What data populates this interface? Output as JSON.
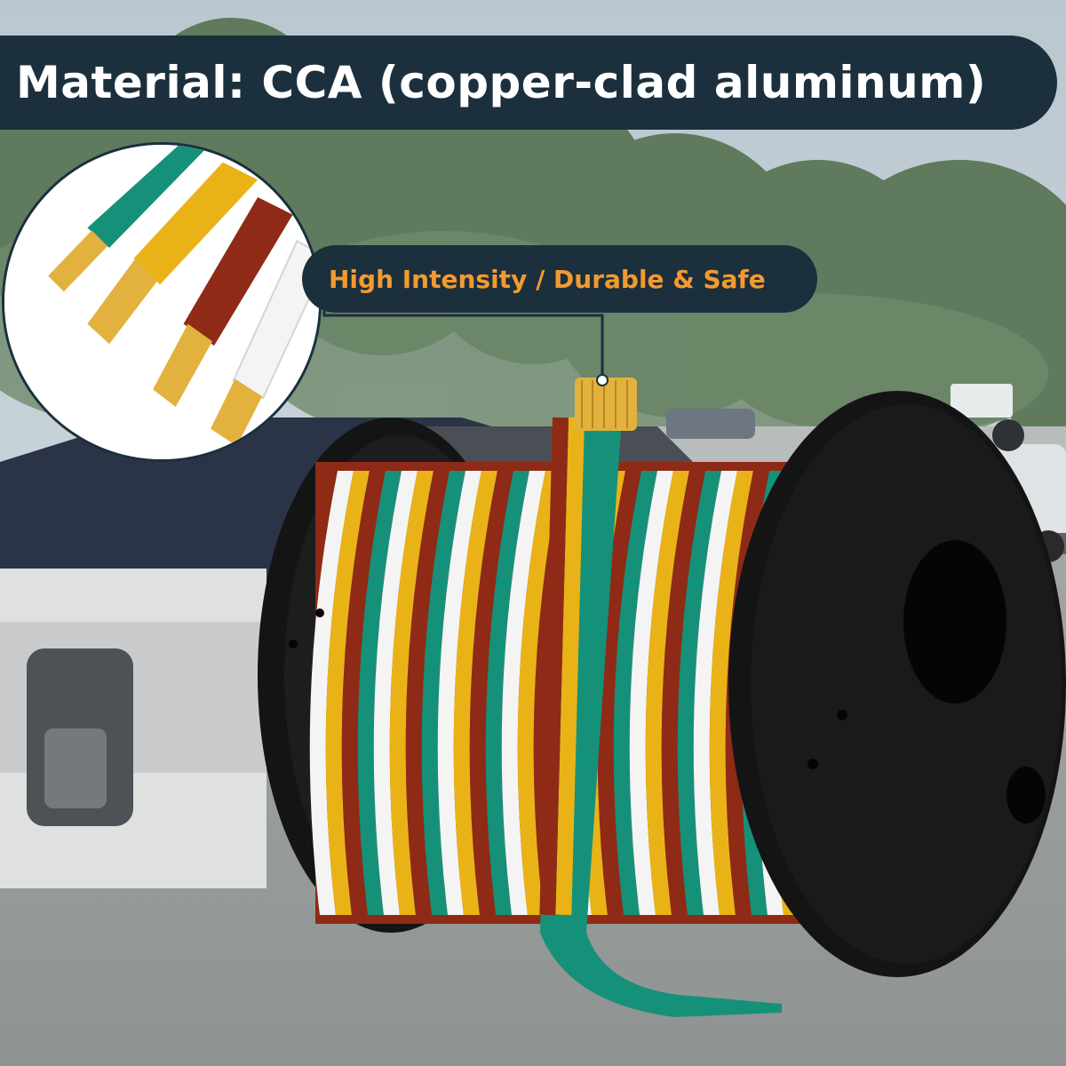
{
  "title": {
    "text": "Material: CCA (copper-clad aluminum)"
  },
  "feature": {
    "text": "High Intensity / Durable & Safe"
  },
  "colors": {
    "banner": "#1c2f3d",
    "banner_text": "#ffffff",
    "feature_text": "#f39a2f",
    "wire_green": "#15917a",
    "wire_yellow": "#e9b318",
    "wire_brown": "#8e2a16",
    "wire_white": "#f4f4f4",
    "copper": "#e3b13e",
    "spool": "#141414"
  },
  "wire_colors_order": [
    "green",
    "yellow",
    "brown",
    "white"
  ]
}
